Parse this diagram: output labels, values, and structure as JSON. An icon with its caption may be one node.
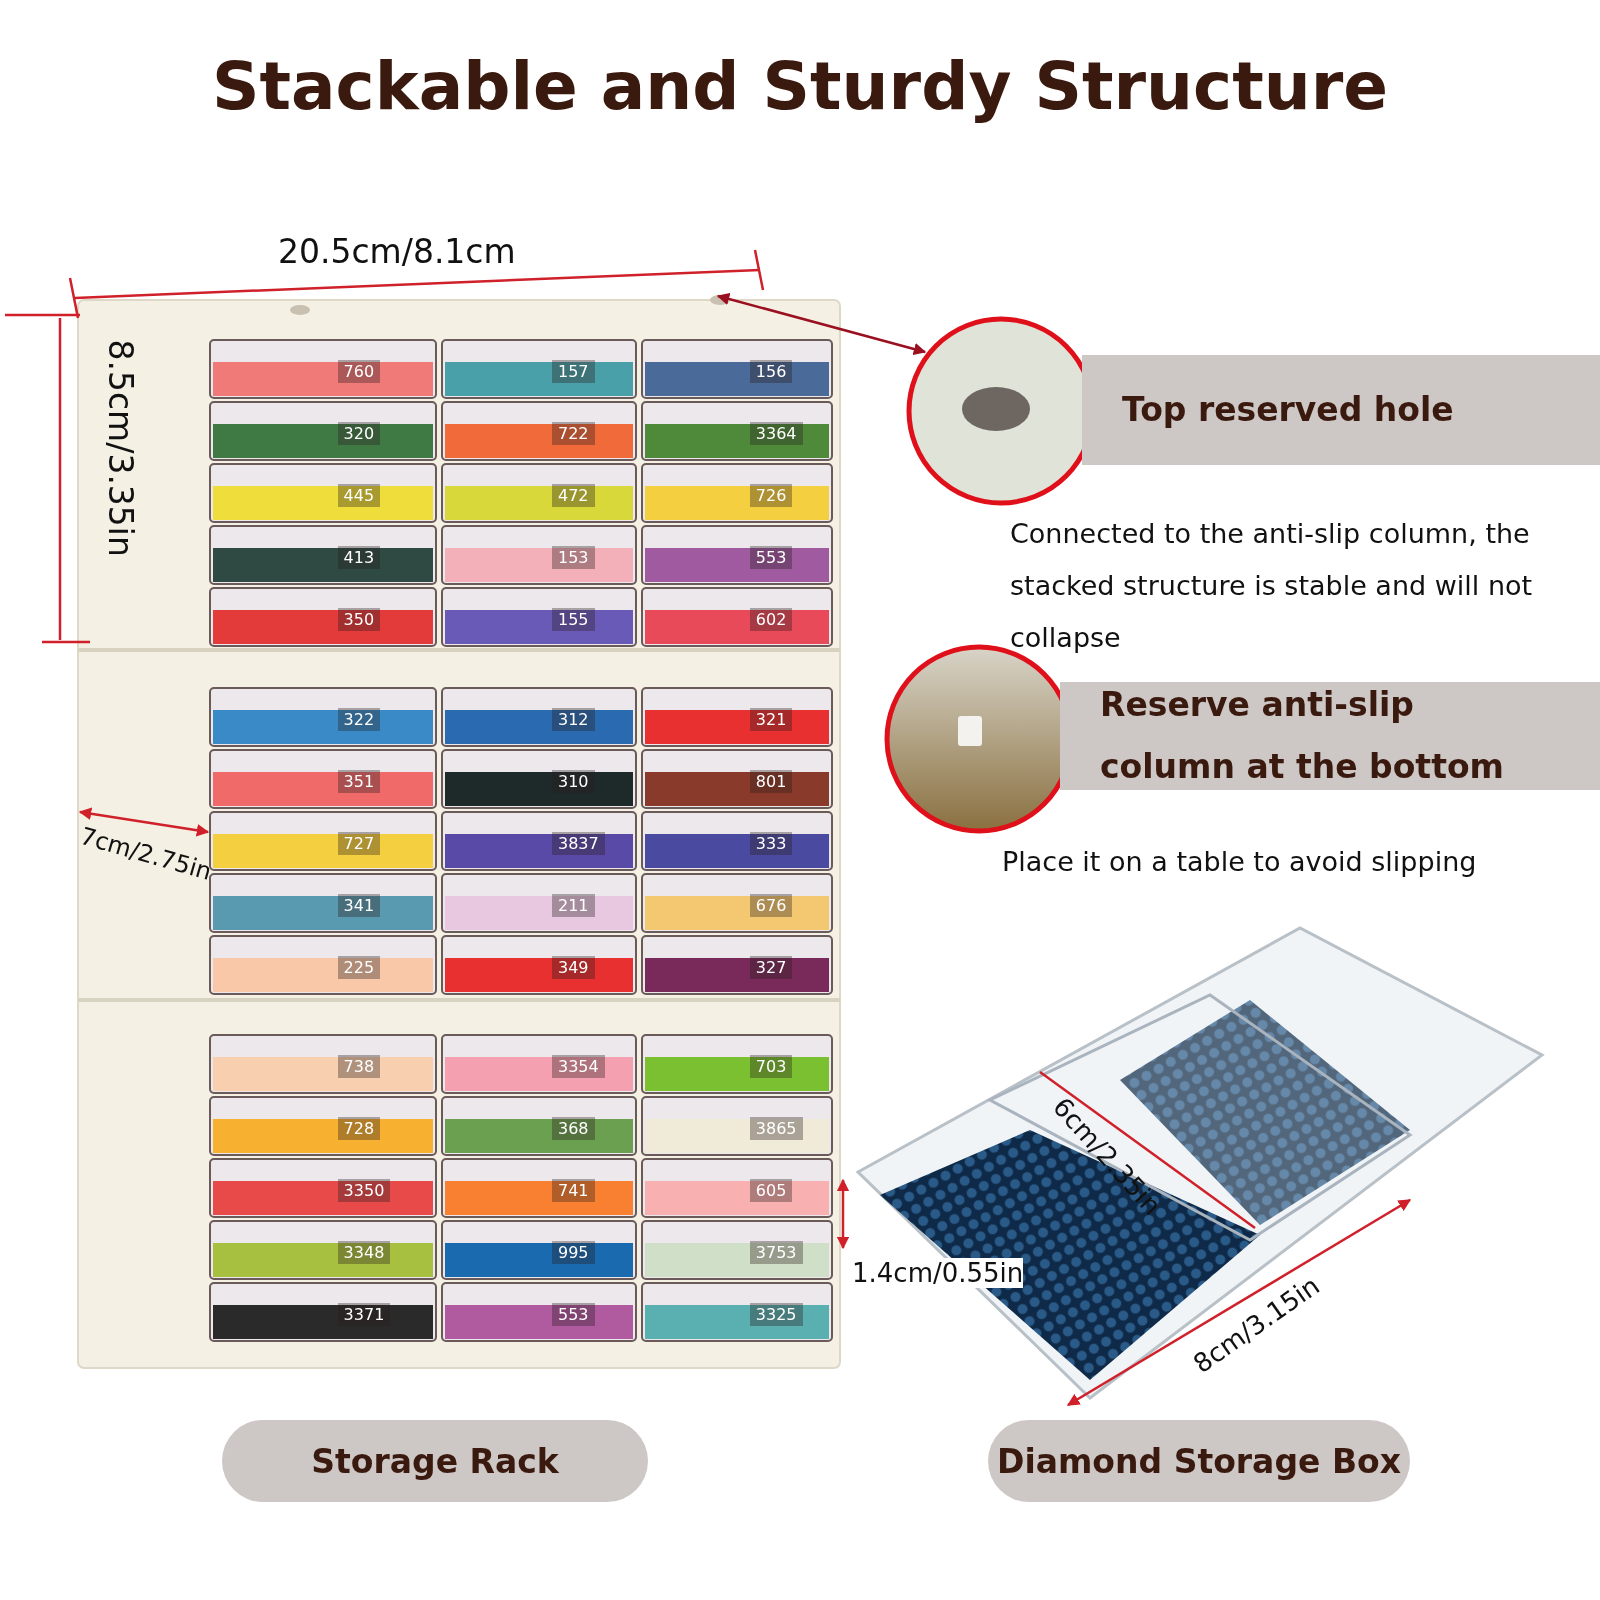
{
  "diagram": {
    "title": "Stackable and Sturdy Structure",
    "nodes": [
      {
        "text": [],
        "shape": "picture"
      },
      {
        "text": [],
        "shape": "picture"
      },
      {
        "text": [
          "Top reserved hole"
        ]
      },
      {
        "text": [],
        "shape": "picture"
      },
      {
        "text": [
          "Reserve anti-slip column at the bottom"
        ]
      },
      {
        "text": [],
        "shape": "picture"
      },
      {
        "text": [
          "Storage Rack"
        ]
      },
      {
        "text": [
          "Diamond Storage Box"
        ]
      }
    ],
    "edges": [
      {
        "from": 1,
        "to": 0,
        "arrow": "both"
      }
    ],
    "labels": [
      "20.5cm/8.1cm",
      "8.5cm/3.35in",
      "760",
      "320",
      "445",
      "413",
      "350",
      "157",
      "722",
      "472",
      "153",
      "155",
      "156",
      "3364",
      "726",
      "553",
      "602",
      "322",
      "351",
      "727",
      "341",
      "225",
      "312",
      "310",
      "3837",
      "211",
      "349",
      "321",
      "801",
      "333",
      "676",
      "327",
      "738",
      "728",
      "3350",
      "3348",
      "3371",
      "3354",
      "368",
      "741",
      "995",
      "553",
      "703",
      "3865",
      "605",
      "3753",
      "3325",
      "7cm/2.75in",
      "Connected to the anti-slip column, the stacked structure is stable and will not collapse",
      "Place it on a table to avoid slipping",
      "6cm/2.35in",
      "1.4cm/0.55in",
      "8cm/3.15in"
    ]
  }
}
